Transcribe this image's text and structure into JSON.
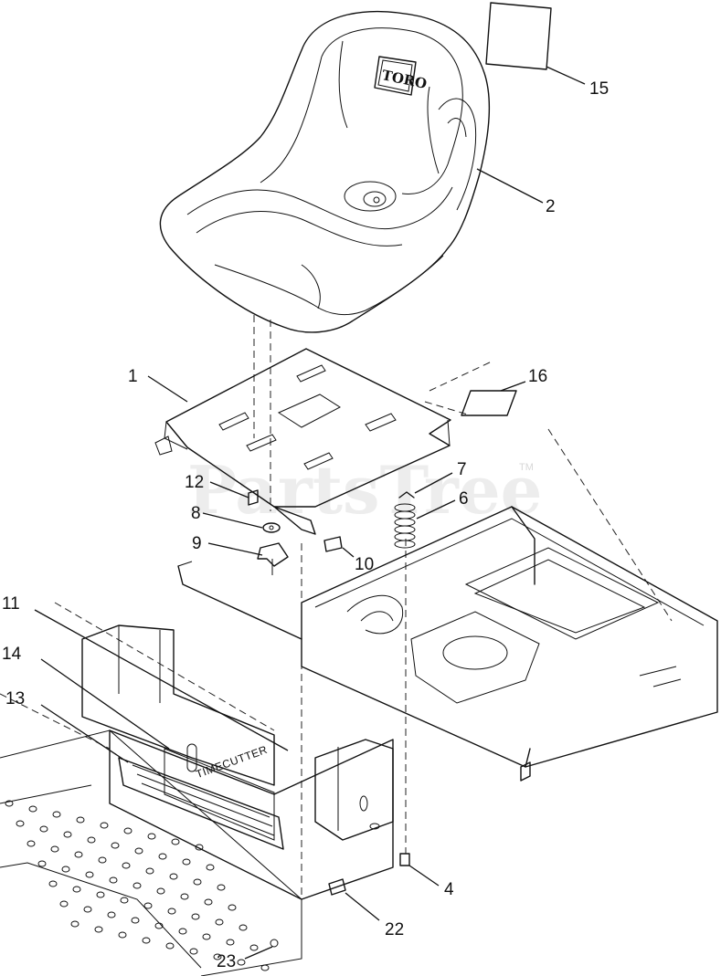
{
  "watermark": {
    "text": "PartsTree",
    "tm": "TM"
  },
  "seat_brand": "TORO",
  "panel_brand": "TIMECUTTER",
  "callouts": {
    "c1": "1",
    "c2": "2",
    "c4": "4",
    "c6": "6",
    "c7": "7",
    "c8": "8",
    "c9": "9",
    "c10": "10",
    "c11": "11",
    "c12": "12",
    "c13": "13",
    "c14": "14",
    "c15": "15",
    "c16": "16",
    "c22": "22",
    "c23": "23"
  }
}
